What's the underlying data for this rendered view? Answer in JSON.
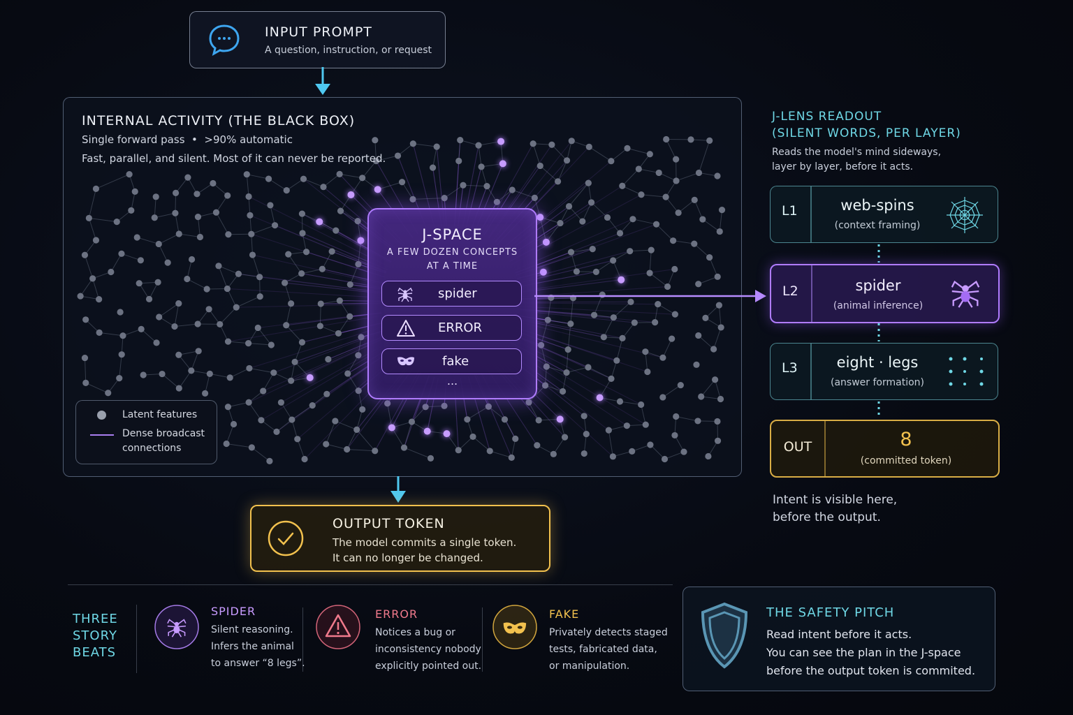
{
  "input": {
    "title": "INPUT PROMPT",
    "subtitle": "A question, instruction, or request"
  },
  "blackbox": {
    "title": "INTERNAL ACTIVITY (THE BLACK BOX)",
    "line1": "Single forward pass  •  >90% automatic",
    "line2": "Fast, parallel, and silent. Most of it can never be reported.",
    "legend": {
      "features": "Latent features",
      "connections_1": "Dense broadcast",
      "connections_2": "connections"
    }
  },
  "jspace": {
    "title": "J-SPACE",
    "subtitle_1": "A FEW DOZEN CONCEPTS",
    "subtitle_2": "AT A TIME",
    "concepts": [
      {
        "label": "spider",
        "icon": "spider-icon"
      },
      {
        "label": "ERROR",
        "icon": "warning-icon"
      },
      {
        "label": "fake",
        "icon": "mask-icon"
      }
    ],
    "more": "..."
  },
  "output": {
    "title": "OUTPUT TOKEN",
    "line1": "The model commits a single token.",
    "line2": "It can no longer be changed."
  },
  "jlens": {
    "title_1": "J-LENS READOUT",
    "title_2": "(SILENT WORDS, PER LAYER)",
    "desc_1": "Reads the model's mind sideways,",
    "desc_2": "layer by layer, before it acts.",
    "layers": [
      {
        "id": "L1",
        "word": "web-spins",
        "note": "(context framing)",
        "icon": "web-icon"
      },
      {
        "id": "L2",
        "word": "spider",
        "note": "(animal inference)",
        "icon": "spider-icon"
      },
      {
        "id": "L3",
        "word": "eight · legs",
        "note": "(answer formation)",
        "icon": "dots-icon"
      },
      {
        "id": "OUT",
        "word": "8",
        "note": "(committed token)"
      }
    ],
    "footer_1": "Intent is visible here,",
    "footer_2": "before the output."
  },
  "beats": {
    "heading": [
      "THREE",
      "STORY",
      "BEATS"
    ],
    "items": [
      {
        "title": "SPIDER",
        "lines": [
          "Silent reasoning.",
          "Infers the animal",
          "to answer “8 legs”."
        ],
        "icon": "spider-icon",
        "color": "#c89bff"
      },
      {
        "title": "ERROR",
        "lines": [
          "Notices a bug or",
          "inconsistency nobody",
          "explicitly pointed out."
        ],
        "icon": "warning-icon",
        "color": "#f07a8c"
      },
      {
        "title": "FAKE",
        "lines": [
          "Privately detects staged",
          "tests, fabricated data,",
          "or manipulation."
        ],
        "icon": "mask-icon",
        "color": "#f2c14e"
      }
    ]
  },
  "safety": {
    "title": "THE SAFETY PITCH",
    "line1": "Read intent before it acts.",
    "line2": "You can see the plan in the J-space",
    "line3": "before the output token is commited."
  },
  "colors": {
    "teal": "#6fd8e6",
    "purple": "#b07cff",
    "amber": "#f2c14e",
    "arrow": "#4fc8f0"
  }
}
